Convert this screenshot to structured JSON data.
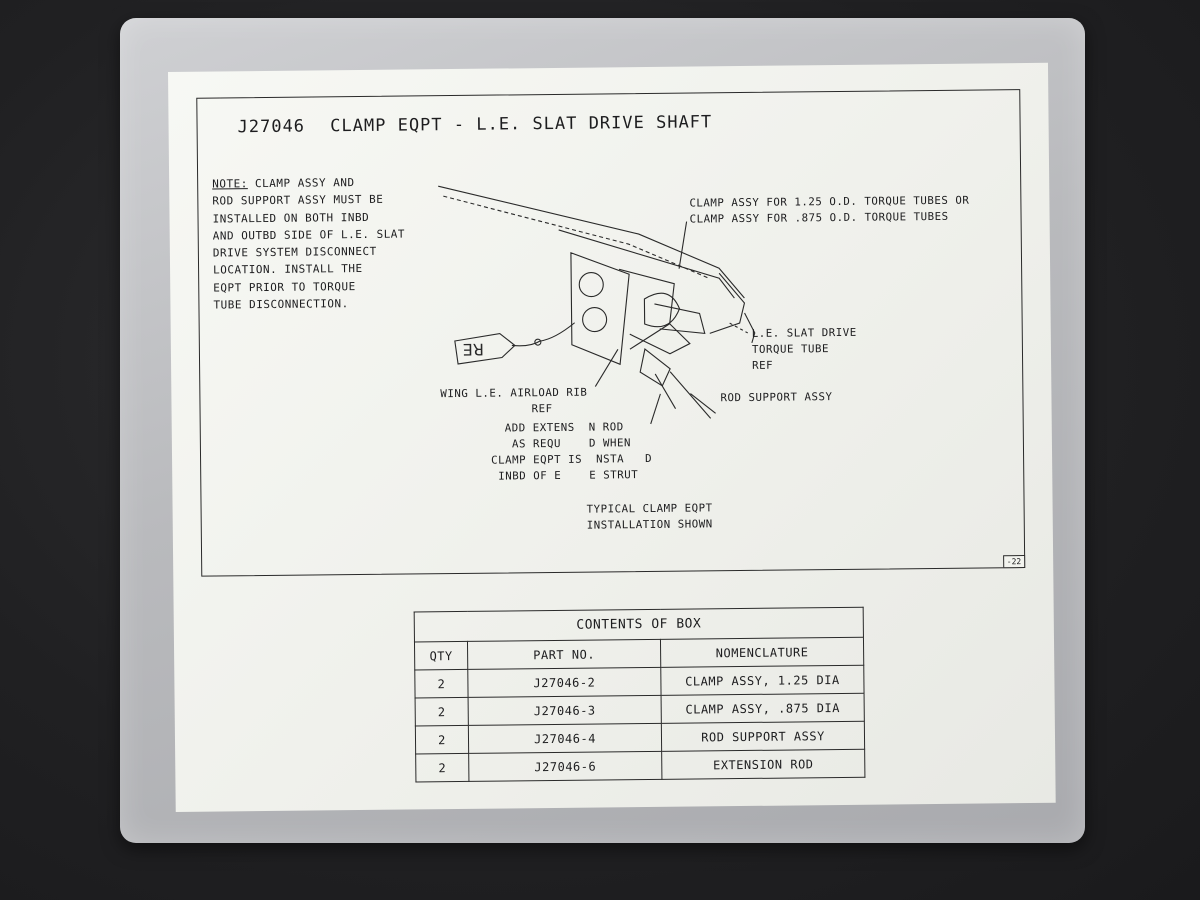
{
  "document": {
    "part_number": "J27046",
    "title": "CLAMP EQPT - L.E. SLAT DRIVE SHAFT",
    "note_label": "NOTE:",
    "note_lines": [
      " CLAMP ASSY AND",
      "ROD SUPPORT ASSY MUST BE",
      "INSTALLED ON BOTH INBD",
      "AND OUTBD SIDE OF L.E. SLAT",
      "DRIVE SYSTEM DISCONNECT",
      "LOCATION. INSTALL THE",
      "EQPT PRIOR TO TORQUE",
      "TUBE DISCONNECTION."
    ],
    "page_code": "-22"
  },
  "diagram": {
    "tag_text": "RE",
    "callouts": {
      "clamp_assy": "CLAMP ASSY FOR 1.25 O.D. TORQUE TUBES OR\nCLAMP ASSY FOR .875 O.D. TORQUE TUBES",
      "torque_tube": "L.E. SLAT DRIVE\nTORQUE TUBE\nREF",
      "airload_rib": "WING L.E. AIRLOAD RIB\n             REF",
      "rod_support": "ROD SUPPORT ASSY",
      "extension_rod": "  ADD EXTENS  N ROD\n   AS REQU    D WHEN\nCLAMP EQPT IS  NSTA   D\n INBD OF E    E STRUT",
      "typical": "TYPICAL CLAMP EQPT\nINSTALLATION SHOWN"
    }
  },
  "table": {
    "caption": "CONTENTS OF BOX",
    "headers": [
      "QTY",
      "PART NO.",
      "NOMENCLATURE"
    ],
    "rows": [
      [
        "2",
        "J27046-2",
        "CLAMP ASSY, 1.25 DIA"
      ],
      [
        "2",
        "J27046-3",
        "CLAMP ASSY, .875 DIA"
      ],
      [
        "2",
        "J27046-4",
        "ROD SUPPORT ASSY"
      ],
      [
        "2",
        "J27046-6",
        "EXTENSION ROD"
      ]
    ]
  },
  "colors": {
    "background": "#202022",
    "sleeve": "#b9babd",
    "paper": "#f0f1ec",
    "ink": "#1d1d1f"
  }
}
